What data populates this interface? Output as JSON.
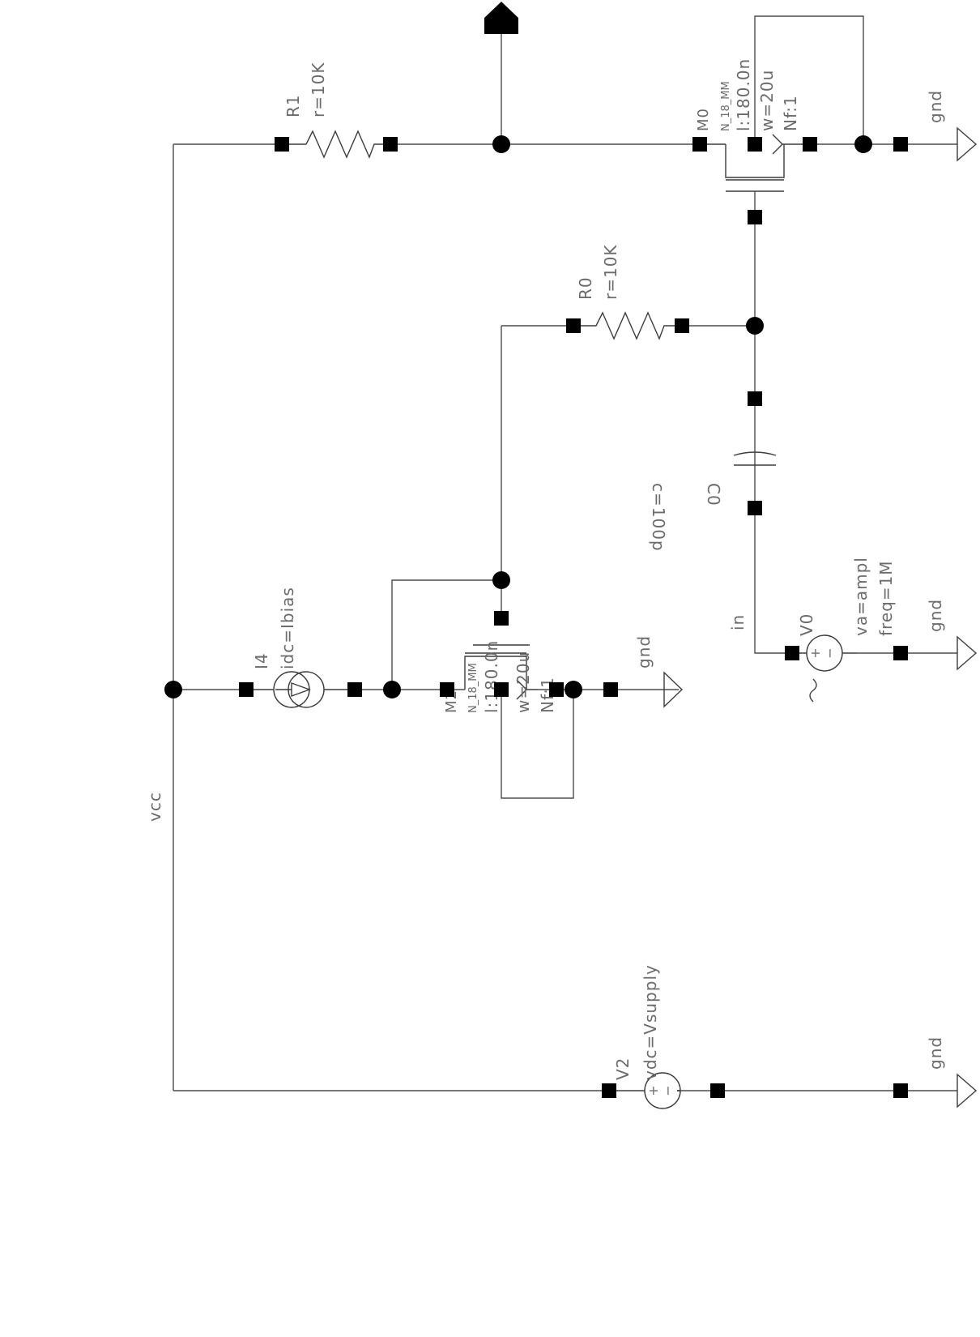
{
  "nets": {
    "vcc": "vcc",
    "in": "in"
  },
  "components": {
    "R1": {
      "name": "R1",
      "value": "r=10K"
    },
    "R0": {
      "name": "R0",
      "value": "r=10K"
    },
    "C0": {
      "name": "C0",
      "value": "c=100p"
    },
    "M0": {
      "name": "M0",
      "model": "N_18_MM",
      "l": "l:180.0n",
      "w": "w=20u",
      "nf": "Nf:1"
    },
    "M2": {
      "name": "M2",
      "model": "N_18_MM",
      "l": "l:180.0n",
      "w": "w=20u",
      "nf": "Nf:1"
    },
    "I4": {
      "name": "I4",
      "value": "idc=Ibias"
    },
    "V0": {
      "name": "V0",
      "va": "va=ampl",
      "freq": "freq=1M"
    },
    "V2": {
      "name": "V2",
      "value": "vdc=Vsupply"
    }
  },
  "grounds": {
    "label": "gnd"
  },
  "symbols": {
    "plus": "+",
    "minus": "−",
    "ac": "~"
  },
  "colors": {
    "wire": "#4d4d4d",
    "text": "#6b6b6b",
    "pin": "#000000"
  }
}
